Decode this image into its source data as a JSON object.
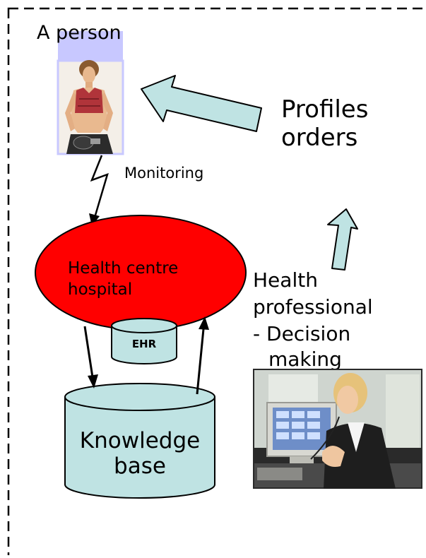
{
  "person": {
    "label": "A person"
  },
  "monitoring": {
    "label": "Monitoring"
  },
  "profiles": {
    "line1": "Profiles",
    "line2": "orders"
  },
  "health_centre": {
    "line1": "Health centre",
    "line2": "hospital"
  },
  "ehr": {
    "label": "EHR"
  },
  "knowledge_base": {
    "line1": "Knowledge",
    "line2": "base"
  },
  "health_professional": {
    "line1": "Health",
    "line2": "professional",
    "line3": "- Decision",
    "line4": "making"
  },
  "colors": {
    "ellipse_fill": "#ff0000",
    "cylinder_fill": "#bfe3e3",
    "arrow_fill": "#bfe3e3",
    "person_bg": "#c8c8ff",
    "border": "#000000"
  }
}
